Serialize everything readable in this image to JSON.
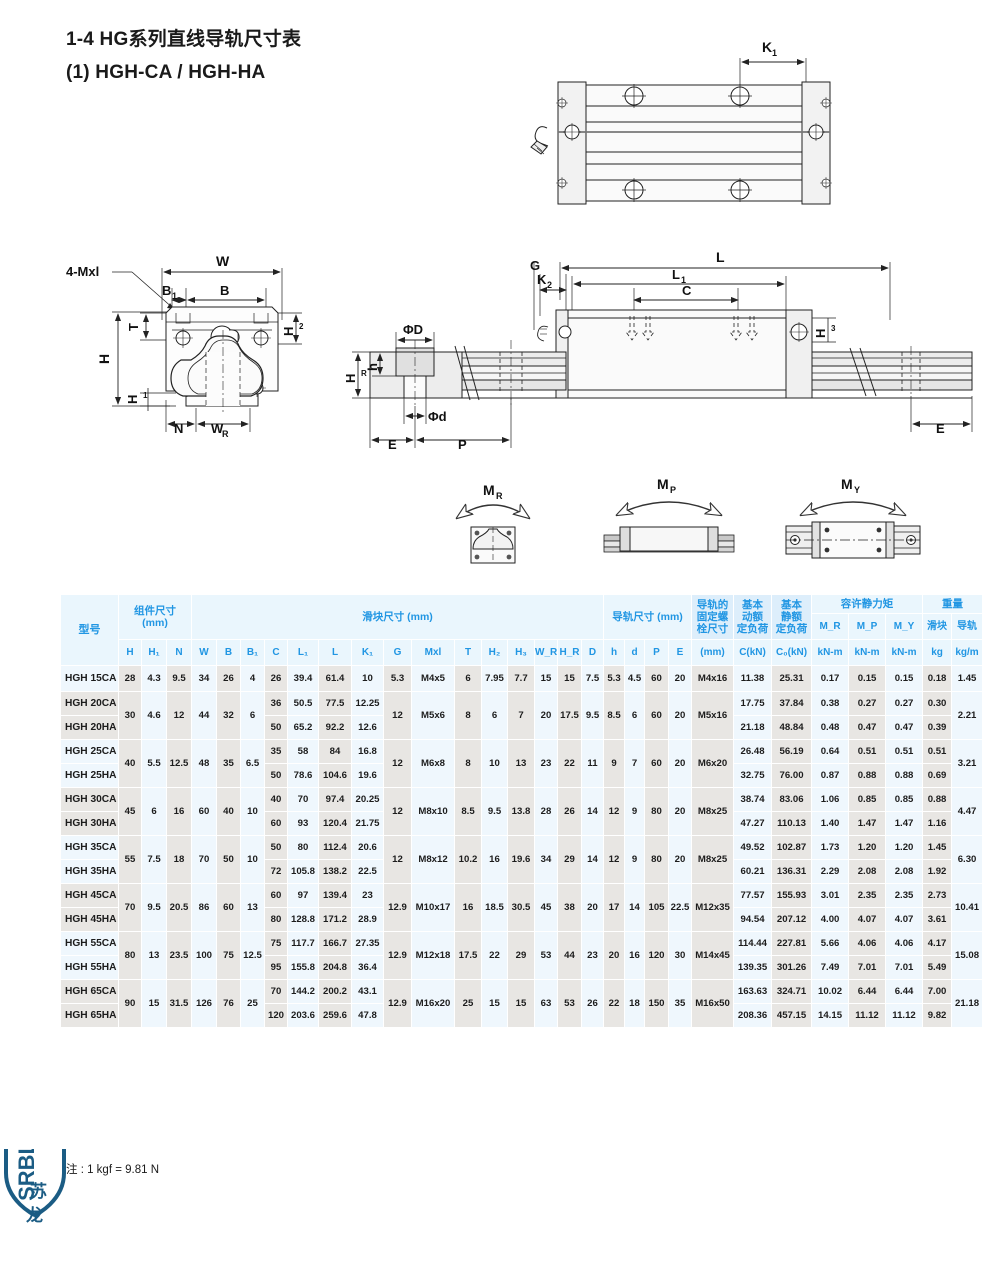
{
  "page": {
    "title_line1": "1-4  HG系列直线导轨尺寸表",
    "title_line2": "(1) HGH-CA / HGH-HA",
    "footnote": "注 : 1 kgf = 9.81 N",
    "logo_text": "SRBLK",
    "logo_sub": "苏龙"
  },
  "drawing_labels": {
    "front_view": [
      "4-Mxl",
      "W",
      "B",
      "B₁",
      "H",
      "H₁",
      "H₂",
      "T",
      "N",
      "W_R"
    ],
    "top_view": [
      "K₁"
    ],
    "side_view": [
      "G",
      "L",
      "L₁",
      "K₂",
      "C",
      "ΦD",
      "Φd",
      "H_R",
      "h",
      "H₃",
      "E",
      "P"
    ],
    "moment_diagrams": [
      "M_R",
      "M_P",
      "M_Y"
    ]
  },
  "table": {
    "group_headers": [
      {
        "label": "型号",
        "sub": ""
      },
      {
        "label": "组件尺寸",
        "sub": "(mm)"
      },
      {
        "label": "滑块尺寸 (mm)",
        "sub": ""
      },
      {
        "label": "导轨尺寸 (mm)",
        "sub": ""
      },
      {
        "label": "导轨的\n固定螺\n栓尺寸",
        "sub": "(mm)"
      },
      {
        "label": "基本\n动额\n定负荷",
        "sub": "C(kN)"
      },
      {
        "label": "基本\n静额\n定负荷",
        "sub": "C₀(kN)"
      },
      {
        "label": "容许静力矩",
        "sub": ""
      },
      {
        "label": "重量",
        "sub": ""
      }
    ],
    "group_titles": {
      "model": "型号",
      "assembly": "组件尺寸",
      "assembly_unit": "(mm)",
      "block": "滑块尺寸 (mm)",
      "rail": "导轨尺寸 (mm)",
      "bolt": "导轨的",
      "bolt2": "固定螺",
      "bolt3": "栓尺寸",
      "bolt_unit": "(mm)",
      "dyn": "基本",
      "dyn2": "动额",
      "dyn3": "定负荷",
      "dyn_unit": "C(kN)",
      "stat": "基本",
      "stat2": "静额",
      "stat3": "定负荷",
      "stat_unit": "C₀(kN)",
      "moment": "容许静力矩",
      "weight": "重量"
    },
    "columns": [
      "H",
      "H₁",
      "N",
      "W",
      "B",
      "B₁",
      "C",
      "L₁",
      "L",
      "K₁",
      "G",
      "Mxl",
      "T",
      "H₂",
      "H₃",
      "W_R",
      "H_R",
      "D",
      "h",
      "d",
      "P",
      "E",
      "(mm)",
      "C(kN)",
      "C₀(kN)",
      "M_R",
      "M_P",
      "M_Y",
      "滑块",
      "导轨"
    ],
    "moment_units": [
      "kN-m",
      "kN-m",
      "kN-m"
    ],
    "weight_units": [
      "kg",
      "kg/m"
    ],
    "moment_labels": [
      "M_R",
      "M_P",
      "M_Y"
    ],
    "weight_labels": [
      "滑块",
      "导轨"
    ],
    "rows": [
      {
        "model": "HGH 15CA",
        "H": "28",
        "H1": "4.3",
        "N": "9.5",
        "W": "34",
        "B": "26",
        "B1": "4",
        "C": "26",
        "L1": "39.4",
        "L": "61.4",
        "K1": "10",
        "G": "5.3",
        "Mxl": "M4x5",
        "T": "6",
        "H2": "7.95",
        "H3": "7.7",
        "WR": "15",
        "HR": "15",
        "D": "7.5",
        "h": "5.3",
        "d": "4.5",
        "P": "60",
        "E": "20",
        "bolt": "M4x16",
        "Ckn": "11.38",
        "C0kn": "25.31",
        "MR": "0.17",
        "MP": "0.15",
        "MY": "0.15",
        "wblock": "0.18",
        "wrail": "1.45"
      },
      {
        "model": "HGH 20CA",
        "H": "30",
        "H1": "4.6",
        "N": "12",
        "W": "44",
        "B": "32",
        "B1": "6",
        "C": "36",
        "L1": "50.5",
        "L": "77.5",
        "K1": "12.25",
        "G": "12",
        "Mxl": "M5x6",
        "T": "8",
        "H2": "6",
        "H3": "7",
        "WR": "20",
        "HR": "17.5",
        "D": "9.5",
        "h": "8.5",
        "d": "6",
        "P": "60",
        "E": "20",
        "bolt": "M5x16",
        "Ckn": "17.75",
        "C0kn": "37.84",
        "MR": "0.38",
        "MP": "0.27",
        "MY": "0.27",
        "wblock": "0.30",
        "wrail": "2.21"
      },
      {
        "model": "HGH 20HA",
        "C": "50",
        "L1": "65.2",
        "L": "92.2",
        "K1": "12.6",
        "Ckn": "21.18",
        "C0kn": "48.84",
        "MR": "0.48",
        "MP": "0.47",
        "MY": "0.47",
        "wblock": "0.39"
      },
      {
        "model": "HGH 25CA",
        "H": "40",
        "H1": "5.5",
        "N": "12.5",
        "W": "48",
        "B": "35",
        "B1": "6.5",
        "C": "35",
        "L1": "58",
        "L": "84",
        "K1": "16.8",
        "G": "12",
        "Mxl": "M6x8",
        "T": "8",
        "H2": "10",
        "H3": "13",
        "WR": "23",
        "HR": "22",
        "D": "11",
        "h": "9",
        "d": "7",
        "P": "60",
        "E": "20",
        "bolt": "M6x20",
        "Ckn": "26.48",
        "C0kn": "56.19",
        "MR": "0.64",
        "MP": "0.51",
        "MY": "0.51",
        "wblock": "0.51",
        "wrail": "3.21"
      },
      {
        "model": "HGH 25HA",
        "C": "50",
        "L1": "78.6",
        "L": "104.6",
        "K1": "19.6",
        "Ckn": "32.75",
        "C0kn": "76.00",
        "MR": "0.87",
        "MP": "0.88",
        "MY": "0.88",
        "wblock": "0.69"
      },
      {
        "model": "HGH 30CA",
        "H": "45",
        "H1": "6",
        "N": "16",
        "W": "60",
        "B": "40",
        "B1": "10",
        "C": "40",
        "L1": "70",
        "L": "97.4",
        "K1": "20.25",
        "G": "12",
        "Mxl": "M8x10",
        "T": "8.5",
        "H2": "9.5",
        "H3": "13.8",
        "WR": "28",
        "HR": "26",
        "D": "14",
        "h": "12",
        "d": "9",
        "P": "80",
        "E": "20",
        "bolt": "M8x25",
        "Ckn": "38.74",
        "C0kn": "83.06",
        "MR": "1.06",
        "MP": "0.85",
        "MY": "0.85",
        "wblock": "0.88",
        "wrail": "4.47"
      },
      {
        "model": "HGH 30HA",
        "C": "60",
        "L1": "93",
        "L": "120.4",
        "K1": "21.75",
        "Ckn": "47.27",
        "C0kn": "110.13",
        "MR": "1.40",
        "MP": "1.47",
        "MY": "1.47",
        "wblock": "1.16"
      },
      {
        "model": "HGH 35CA",
        "H": "55",
        "H1": "7.5",
        "N": "18",
        "W": "70",
        "B": "50",
        "B1": "10",
        "C": "50",
        "L1": "80",
        "L": "112.4",
        "K1": "20.6",
        "G": "12",
        "Mxl": "M8x12",
        "T": "10.2",
        "H2": "16",
        "H3": "19.6",
        "WR": "34",
        "HR": "29",
        "D": "14",
        "h": "12",
        "d": "9",
        "P": "80",
        "E": "20",
        "bolt": "M8x25",
        "Ckn": "49.52",
        "C0kn": "102.87",
        "MR": "1.73",
        "MP": "1.20",
        "MY": "1.20",
        "wblock": "1.45",
        "wrail": "6.30"
      },
      {
        "model": "HGH 35HA",
        "C": "72",
        "L1": "105.8",
        "L": "138.2",
        "K1": "22.5",
        "Ckn": "60.21",
        "C0kn": "136.31",
        "MR": "2.29",
        "MP": "2.08",
        "MY": "2.08",
        "wblock": "1.92"
      },
      {
        "model": "HGH 45CA",
        "H": "70",
        "H1": "9.5",
        "N": "20.5",
        "W": "86",
        "B": "60",
        "B1": "13",
        "C": "60",
        "L1": "97",
        "L": "139.4",
        "K1": "23",
        "G": "12.9",
        "Mxl": "M10x17",
        "T": "16",
        "H2": "18.5",
        "H3": "30.5",
        "WR": "45",
        "HR": "38",
        "D": "20",
        "h": "17",
        "d": "14",
        "P": "105",
        "E": "22.5",
        "bolt": "M12x35",
        "Ckn": "77.57",
        "C0kn": "155.93",
        "MR": "3.01",
        "MP": "2.35",
        "MY": "2.35",
        "wblock": "2.73",
        "wrail": "10.41"
      },
      {
        "model": "HGH 45HA",
        "C": "80",
        "L1": "128.8",
        "L": "171.2",
        "K1": "28.9",
        "Ckn": "94.54",
        "C0kn": "207.12",
        "MR": "4.00",
        "MP": "4.07",
        "MY": "4.07",
        "wblock": "3.61"
      },
      {
        "model": "HGH 55CA",
        "H": "80",
        "H1": "13",
        "N": "23.5",
        "W": "100",
        "B": "75",
        "B1": "12.5",
        "C": "75",
        "L1": "117.7",
        "L": "166.7",
        "K1": "27.35",
        "G": "12.9",
        "Mxl": "M12x18",
        "T": "17.5",
        "H2": "22",
        "H3": "29",
        "WR": "53",
        "HR": "44",
        "D": "23",
        "h": "20",
        "d": "16",
        "P": "120",
        "E": "30",
        "bolt": "M14x45",
        "Ckn": "114.44",
        "C0kn": "227.81",
        "MR": "5.66",
        "MP": "4.06",
        "MY": "4.06",
        "wblock": "4.17",
        "wrail": "15.08"
      },
      {
        "model": "HGH 55HA",
        "C": "95",
        "L1": "155.8",
        "L": "204.8",
        "K1": "36.4",
        "Ckn": "139.35",
        "C0kn": "301.26",
        "MR": "7.49",
        "MP": "7.01",
        "MY": "7.01",
        "wblock": "5.49"
      },
      {
        "model": "HGH 65CA",
        "H": "90",
        "H1": "15",
        "N": "31.5",
        "W": "126",
        "B": "76",
        "B1": "25",
        "C": "70",
        "L1": "144.2",
        "L": "200.2",
        "K1": "43.1",
        "G": "12.9",
        "Mxl": "M16x20",
        "T": "25",
        "H2": "15",
        "H3": "15",
        "WR": "63",
        "HR": "53",
        "D": "26",
        "h": "22",
        "d": "18",
        "P": "150",
        "E": "35",
        "bolt": "M16x50",
        "Ckn": "163.63",
        "C0kn": "324.71",
        "MR": "10.02",
        "MP": "6.44",
        "MY": "6.44",
        "wblock": "7.00",
        "wrail": "21.18"
      },
      {
        "model": "HGH 65HA",
        "C": "120",
        "L1": "203.6",
        "L": "259.6",
        "K1": "47.8",
        "Ckn": "208.36",
        "C0kn": "457.15",
        "MR": "14.15",
        "MP": "11.12",
        "MY": "11.12",
        "wblock": "9.82"
      }
    ]
  },
  "colors": {
    "accent": "#2196e3",
    "header_bg": "#eaf6fd",
    "header_bg_alt": "#ddeefb",
    "cell_grey": "#e8e6e3",
    "cell_blue": "#eff7fd",
    "logo": "#1b5c84"
  }
}
